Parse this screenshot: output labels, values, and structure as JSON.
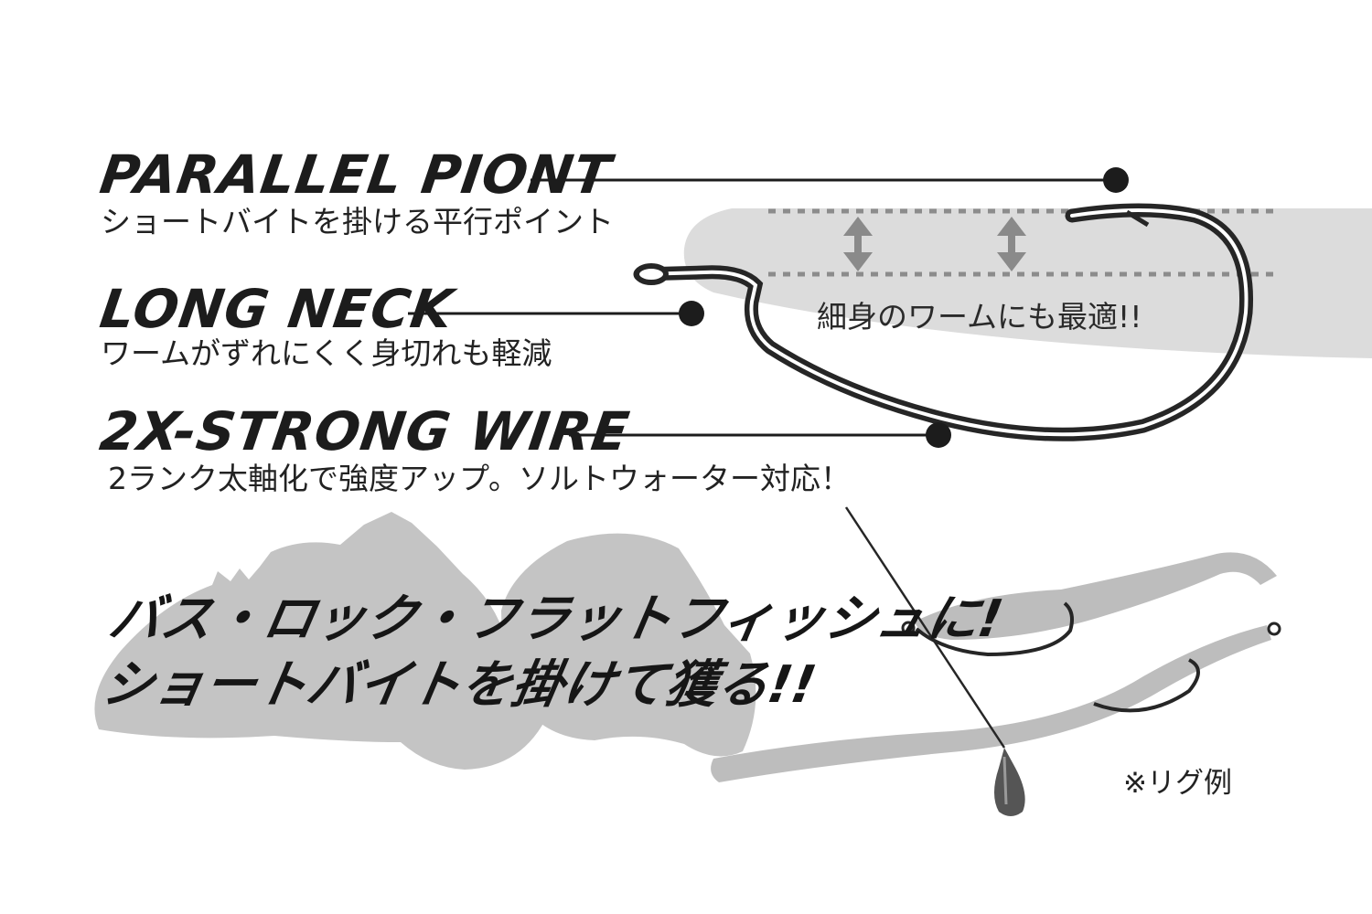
{
  "features": [
    {
      "title": "PARALLEL PIONT",
      "desc": "ショートバイトを掛ける平行ポイント"
    },
    {
      "title": "LONG NECK",
      "desc": "ワームがずれにくく身切れも軽減"
    },
    {
      "title": "2X-STRONG WIRE",
      "desc": "2ランク太軸化で強度アップ。ソルトウォーター対応！"
    }
  ],
  "worm_note": "細身のワームにも最適!!",
  "catchphrase": {
    "line1": "バス・ロック・フラットフィッシュに!",
    "line2": "ショートバイトを掛けて獲る!!"
  },
  "rig_note": "※リグ例",
  "colors": {
    "ink": "#1c1c1c",
    "hook": "#262626",
    "worm_band": "#dcdcdc",
    "fish_silhouette": "#c4c4c4",
    "dotted_guide": "#8c8c8c",
    "double_arrow": "#8a8a8a",
    "rig_worm": "#bdbdbd",
    "sinker": "#555555"
  }
}
